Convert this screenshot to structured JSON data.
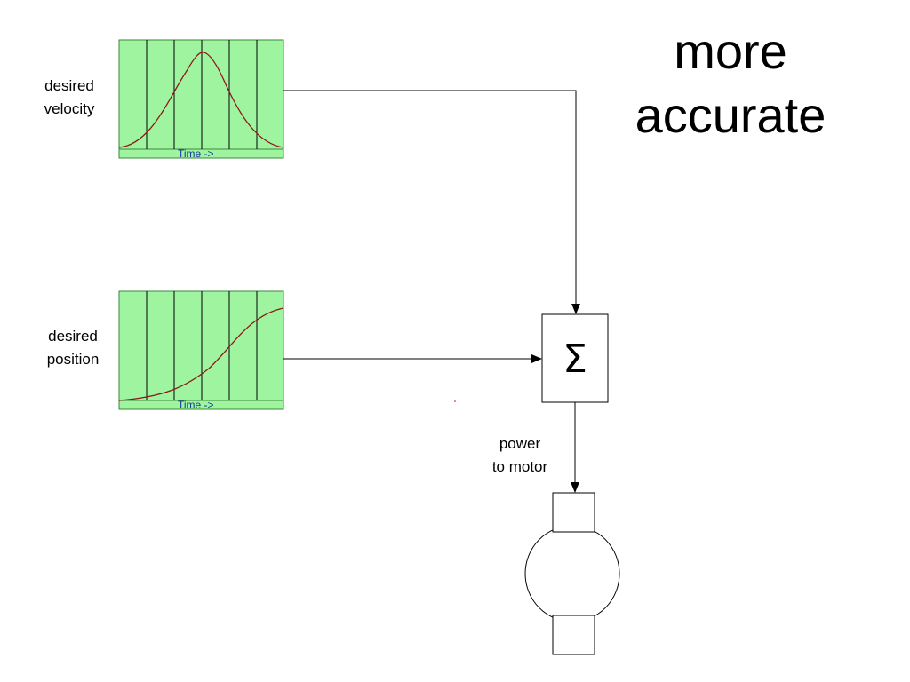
{
  "title": {
    "line1": "more",
    "line2": "accurate"
  },
  "velocity_graph": {
    "label_line1": "desired",
    "label_line2": "velocity",
    "time_label": "Time ->"
  },
  "position_graph": {
    "label_line1": "desired",
    "label_line2": "position",
    "time_label": "Time ->"
  },
  "summer": {
    "symbol": "Σ"
  },
  "motor_input": {
    "label_line1": "power",
    "label_line2": "to motor"
  },
  "colors": {
    "graph_fill": "#9ff59f",
    "graph_border": "#3a8a3a",
    "curve": "#8b1a1a",
    "time_text": "#1a3a9c"
  }
}
